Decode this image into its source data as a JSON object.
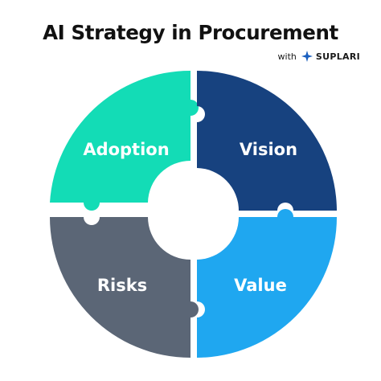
{
  "title": "AI Strategy in Procurement",
  "byline": {
    "prefix": "with",
    "brand": "SUPLARI",
    "logo_icon": "suplari-star-icon"
  },
  "segments": [
    {
      "label": "Adoption",
      "color": "#13dcb6"
    },
    {
      "label": "Vision",
      "color": "#17427f"
    },
    {
      "label": "Risks",
      "color": "#5b6676"
    },
    {
      "label": "Value",
      "color": "#1fa7f0"
    }
  ]
}
